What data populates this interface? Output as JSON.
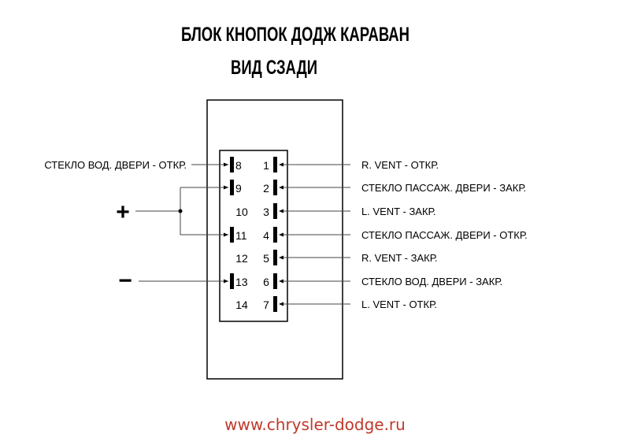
{
  "title_line1": "БЛОК КНОПОК ДОДЖ КАРАВАН",
  "title_line2": "ВИД СЗАДИ",
  "plus_sign": "+",
  "minus_sign": "−",
  "rows": [
    {
      "left_pin": "8",
      "left_pin_used": true,
      "right_pin": "1",
      "left_label": "СТЕКЛО ВОД. ДВЕРИ - ОТКР.",
      "right_label": "R. VENT - ОТКР."
    },
    {
      "left_pin": "9",
      "left_pin_used": true,
      "right_pin": "2",
      "left_label": "",
      "right_label": "СТЕКЛО ПАССАЖ. ДВЕРИ - ЗАКР."
    },
    {
      "left_pin": "10",
      "left_pin_used": false,
      "right_pin": "3",
      "left_label": "",
      "right_label": "L. VENT - ЗАКР."
    },
    {
      "left_pin": "11",
      "left_pin_used": true,
      "right_pin": "4",
      "left_label": "",
      "right_label": "СТЕКЛО ПАССАЖ. ДВЕРИ - ОТКР."
    },
    {
      "left_pin": "12",
      "left_pin_used": false,
      "right_pin": "5",
      "left_label": "",
      "right_label": "R. VENT - ЗАКР."
    },
    {
      "left_pin": "13",
      "left_pin_used": true,
      "right_pin": "6",
      "left_label": "",
      "right_label": "СТЕКЛО ВОД. ДВЕРИ - ЗАКР."
    },
    {
      "left_pin": "14",
      "left_pin_used": false,
      "right_pin": "7",
      "left_label": "",
      "right_label": "L. VENT - ОТКР."
    }
  ],
  "website": "www.chrysler-dodge.ru",
  "colors": {
    "line": "#000000",
    "wire": "#444444",
    "url": "#c0392b"
  }
}
